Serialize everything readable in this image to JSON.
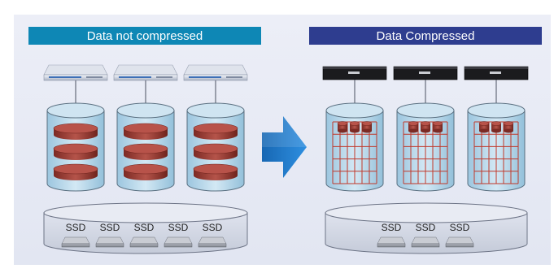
{
  "left_panel": {
    "title": "Data not compressed",
    "header_color": "#0e87b5",
    "ssd_labels": [
      "SSD",
      "SSD",
      "SSD",
      "SSD",
      "SSD"
    ]
  },
  "right_panel": {
    "title": "Data Compressed",
    "header_color": "#2e3d8f",
    "ssd_labels": [
      "SSD",
      "SSD",
      "SSD"
    ]
  },
  "colors": {
    "background": "#e5e8f4",
    "cylinder_fill": "#b9d8ea",
    "disk_fill": "#9b3a32",
    "grid_line": "#c0392b",
    "arrow": "#1f78c8"
  },
  "icons": {
    "left_servers": "silver-rack-server-icon",
    "right_servers": "black-rack-server-icon",
    "arrow": "right-arrow-icon",
    "ssd": "ssd-drive-icon"
  }
}
